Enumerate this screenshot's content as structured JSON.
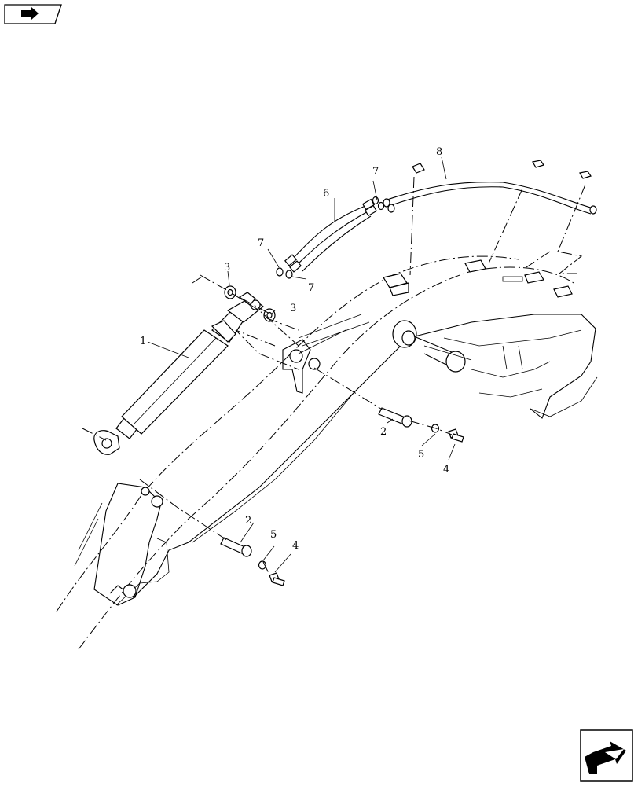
{
  "callouts": {
    "c1": "1",
    "c2a": "2",
    "c2b": "2",
    "c3a": "3",
    "c3b": "3",
    "c4a": "4",
    "c4b": "4",
    "c5a": "5",
    "c5b": "5",
    "c6": "6",
    "c7a": "7",
    "c7b": "7",
    "c7c": "7",
    "c8": "8"
  },
  "icons": {
    "top_left": "previous-page-arrow-icon",
    "bottom_right": "next-page-arrow-icon"
  }
}
